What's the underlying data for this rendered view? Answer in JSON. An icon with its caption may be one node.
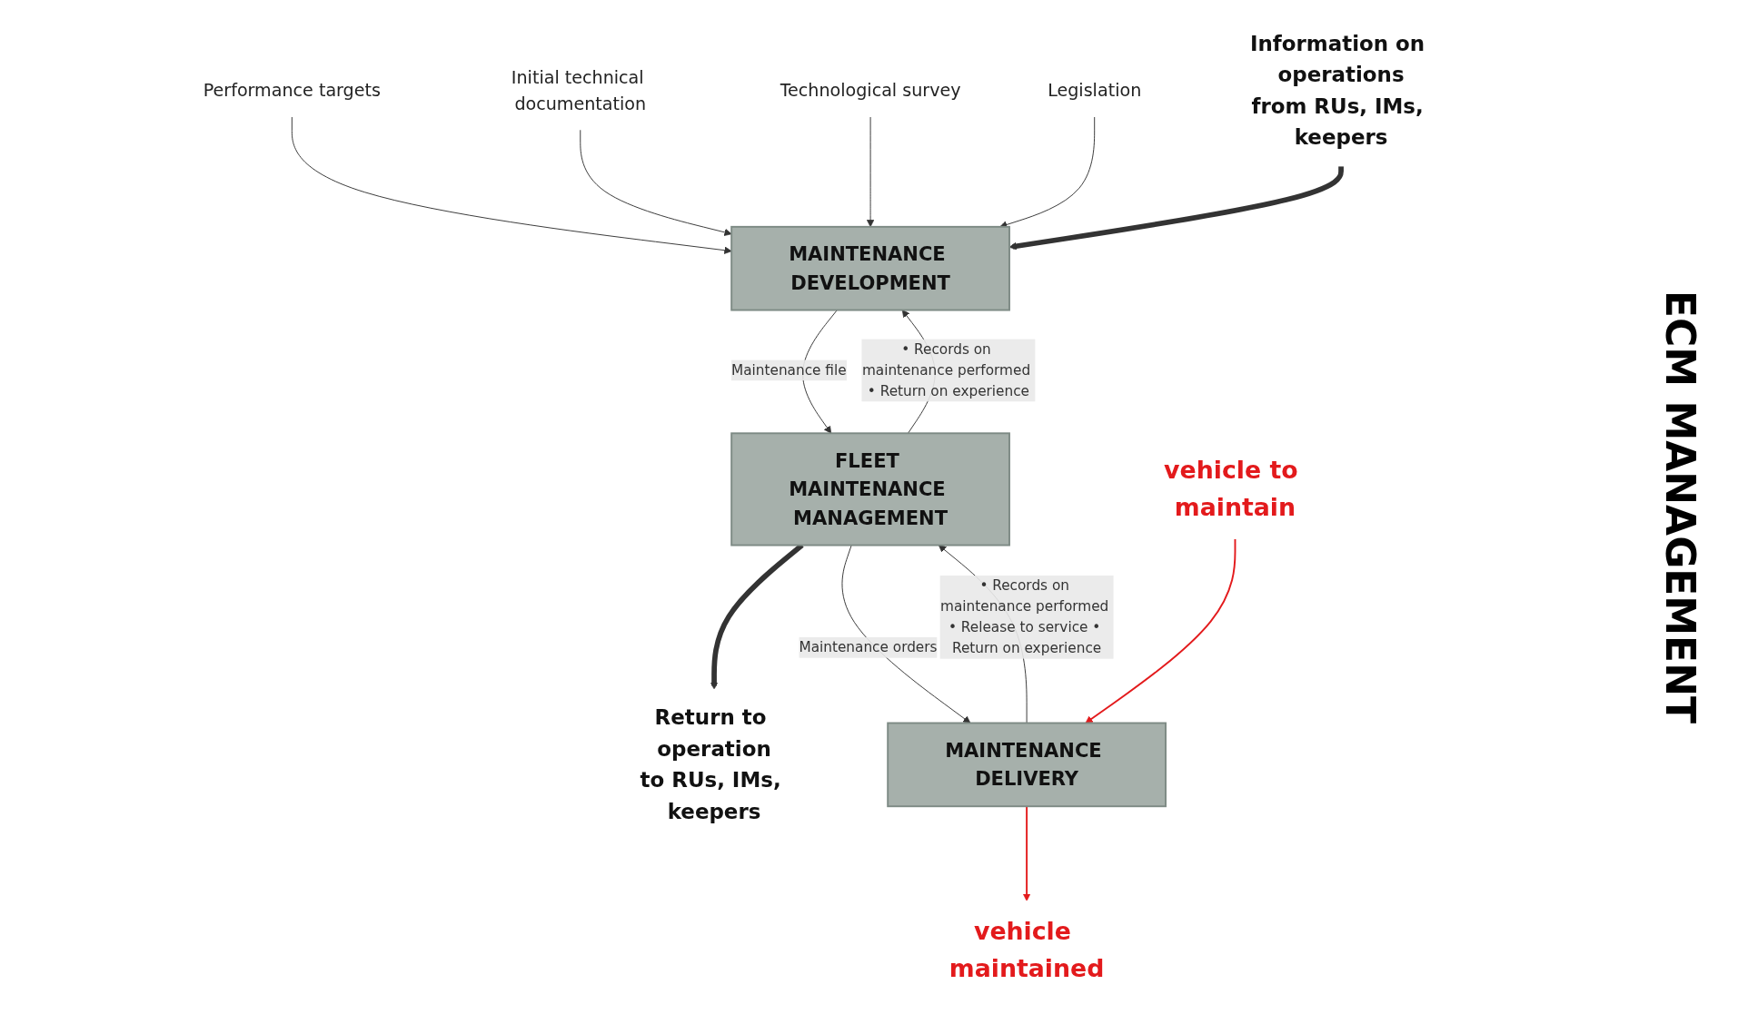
{
  "diagram": {
    "nodes": [
      {
        "text": [
          "Performance targets"
        ]
      },
      {
        "text": [
          "Initial technical documentation"
        ]
      },
      {
        "text": [
          "Technological survey"
        ]
      },
      {
        "text": [
          "Legislation"
        ]
      },
      {
        "text": [
          "Information on operations",
          "from RUs, IMs, keepers"
        ]
      },
      {
        "text": [
          "MAINTENANCE DEVELOPMENT"
        ]
      },
      {
        "text": [
          "FLEET MAINTENANCE MANAGEMENT"
        ]
      },
      {
        "text": [
          "Return to operation",
          "to RUs, IMs, keepers"
        ]
      },
      {
        "text": [
          "MAINTENANCE DELIVERY"
        ]
      },
      {
        "text": [
          "vehicle to maintain"
        ]
      },
      {
        "text": [
          "vehicle maintained"
        ]
      }
    ],
    "edges": [
      {
        "from": 0,
        "to": 5,
        "arrow": "to"
      },
      {
        "from": 1,
        "to": 5,
        "arrow": "to"
      },
      {
        "from": 2,
        "to": 5,
        "arrow": "to"
      },
      {
        "from": 3,
        "to": 5,
        "arrow": "to"
      },
      {
        "from": 4,
        "to": 5,
        "arrow": "to",
        "style": "thick"
      },
      {
        "from": 6,
        "to": 5,
        "arrow": "to",
        "label": "• Records on maintenance performed • Return on experience"
      },
      {
        "from": 5,
        "to": 6,
        "arrow": "to",
        "label": "Maintenance file"
      },
      {
        "from": 6,
        "to": 7,
        "arrow": "to",
        "style": "thick"
      },
      {
        "from": 6,
        "to": 8,
        "arrow": "to",
        "label": "Maintenance orders"
      },
      {
        "from": 8,
        "to": 6,
        "arrow": "to",
        "label": "• Records on maintenance performed • Release to service • Return on experience"
      },
      {
        "from": 9,
        "to": 8,
        "arrow": "to",
        "color": "#e31a1c"
      },
      {
        "from": 8,
        "to": 10,
        "arrow": "to",
        "color": "#e31a1c"
      }
    ],
    "labels": [
      "ECM MANAGEMENT"
    ]
  }
}
